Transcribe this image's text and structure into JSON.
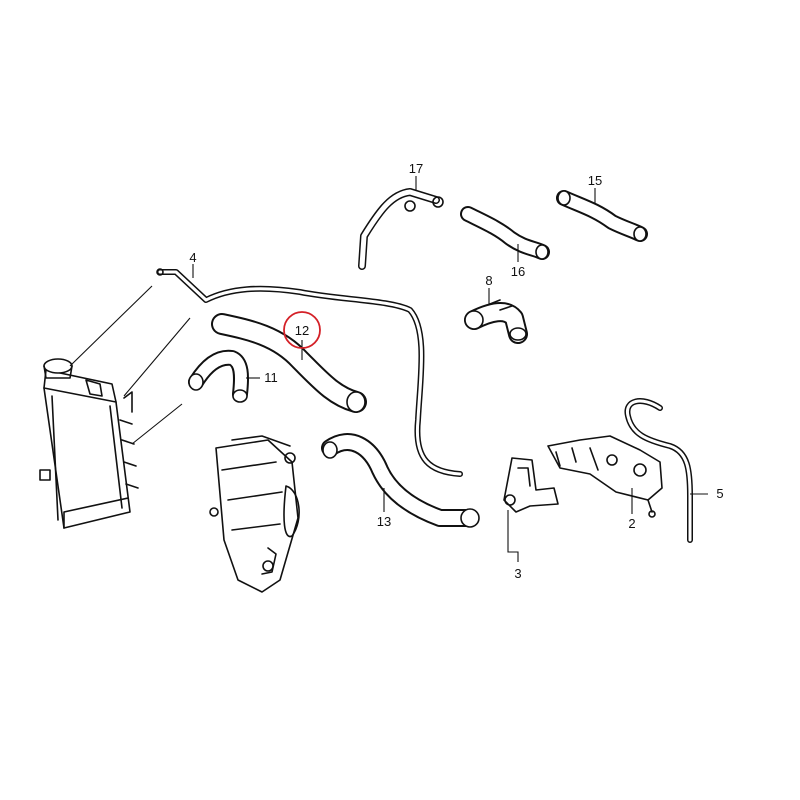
{
  "diagram": {
    "callouts": [
      {
        "id": "c2",
        "label": "2"
      },
      {
        "id": "c3",
        "label": "3"
      },
      {
        "id": "c4",
        "label": "4"
      },
      {
        "id": "c5",
        "label": "5"
      },
      {
        "id": "c8",
        "label": "8"
      },
      {
        "id": "c11",
        "label": "11"
      },
      {
        "id": "c12",
        "label": "12"
      },
      {
        "id": "c13",
        "label": "13"
      },
      {
        "id": "c15",
        "label": "15"
      },
      {
        "id": "c16",
        "label": "16"
      },
      {
        "id": "c17",
        "label": "17"
      }
    ],
    "highlight": {
      "callout": "12",
      "color": "#d42027"
    }
  }
}
